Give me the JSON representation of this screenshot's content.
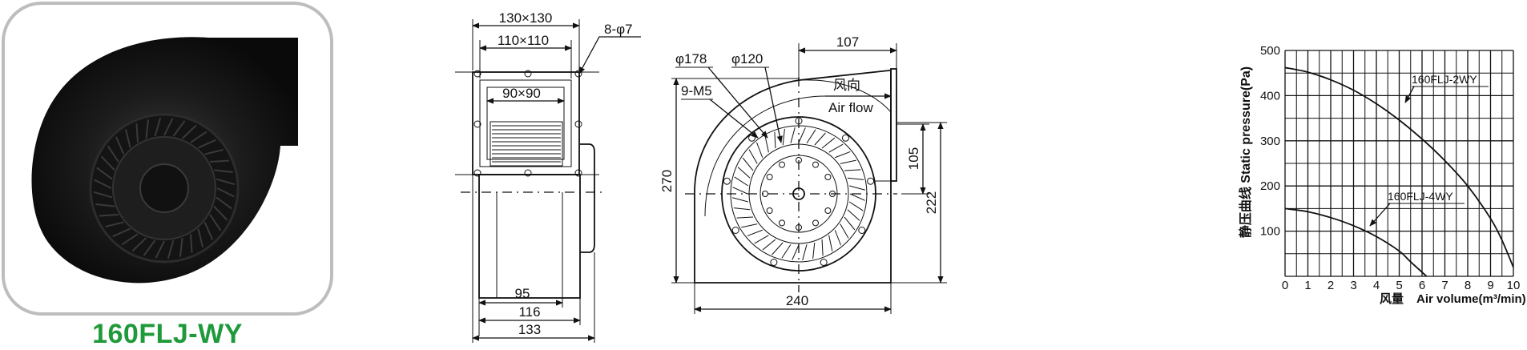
{
  "product": {
    "model_label": "160FLJ-WY",
    "label_color": "#1f9a3a",
    "photo_border_color": "#bdbdbd"
  },
  "side_view": {
    "dim_outer": "130×130",
    "dim_middle": "110×110",
    "dim_inner": "90×90",
    "dim_holes": "8-φ7",
    "dim_95": "95",
    "dim_116": "116",
    "dim_133": "133"
  },
  "front_view": {
    "dim_d178": "φ178",
    "dim_d120": "φ120",
    "dim_m5": "9-M5",
    "dim_107": "107",
    "dim_270": "270",
    "dim_105": "105",
    "dim_222": "222",
    "dim_240": "240",
    "airflow_cn": "风向",
    "airflow_en": "Air flow"
  },
  "chart_data": {
    "type": "line",
    "ylabel": "静压曲线 Static pressure(Pa)",
    "xlabel_cn": "风量",
    "xlabel_en": "Air volume(m³/min)",
    "x_ticks": [
      "0",
      "1",
      "2",
      "3",
      "4",
      "5",
      "6",
      "7",
      "8",
      "9",
      "10"
    ],
    "y_ticks": [
      "100",
      "200",
      "300",
      "400",
      "500"
    ],
    "xlim": [
      0,
      10
    ],
    "ylim": [
      0,
      500
    ],
    "grid": true,
    "series": [
      {
        "name": "160FLJ-2WY",
        "x": [
          0,
          1,
          2,
          3,
          4,
          5,
          6,
          7,
          8,
          9,
          9.5,
          10
        ],
        "values": [
          462,
          452,
          435,
          412,
          382,
          346,
          304,
          256,
          200,
          128,
          80,
          20
        ]
      },
      {
        "name": "160FLJ-4WY",
        "x": [
          0,
          1,
          2,
          3,
          4,
          5,
          5.5,
          6.2
        ],
        "values": [
          150,
          143,
          130,
          112,
          88,
          56,
          32,
          0
        ]
      }
    ]
  }
}
